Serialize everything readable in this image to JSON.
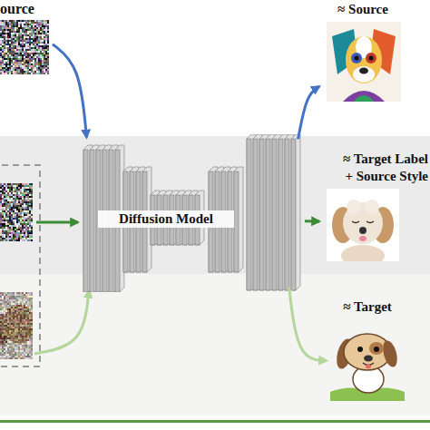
{
  "diagram": {
    "nodes": [
      {
        "text": [
          "ource"
        ]
      },
      {
        "text": [
          "Diffusion Model"
        ]
      },
      {
        "text": [
          "≈ Source"
        ]
      },
      {
        "text": [
          "≈ Target Label + Source Style"
        ]
      },
      {
        "text": [
          "≈ Target"
        ]
      }
    ],
    "edges": [
      {
        "from": 0,
        "to": 1,
        "arrow": "to"
      },
      {
        "from": 1,
        "to": 2,
        "arrow": "to"
      },
      {
        "from": 1,
        "to": 3,
        "arrow": "to"
      },
      {
        "from": 1,
        "to": 4,
        "arrow": "to"
      }
    ]
  }
}
